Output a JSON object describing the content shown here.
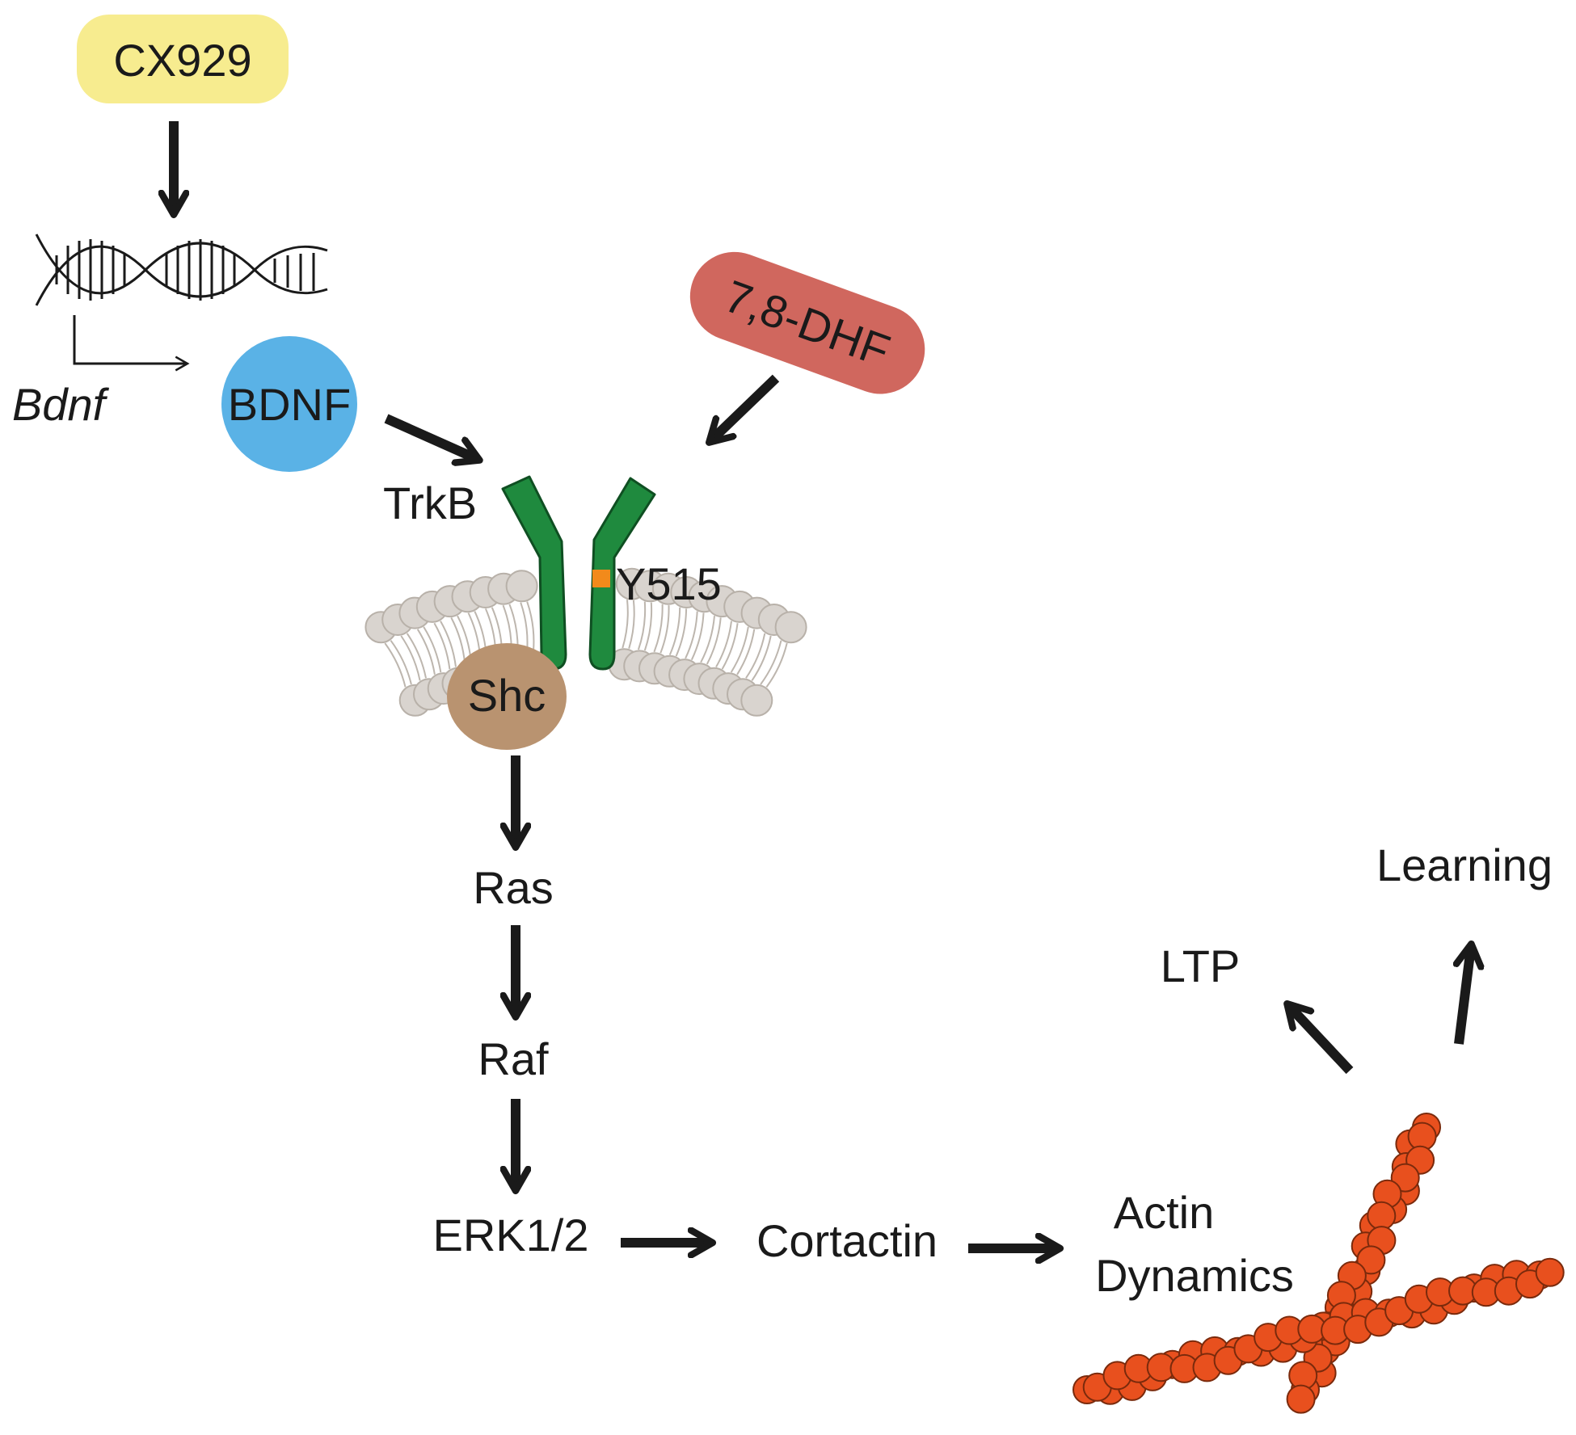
{
  "nodes": {
    "cx929": "CX929",
    "bdnf_gene": "Bdnf",
    "bdnf": "BDNF",
    "dhf": "7,8-DHF",
    "trkb": "TrkB",
    "y515": "Y515",
    "shc": "Shc",
    "ras": "Ras",
    "raf": "Raf",
    "erk": "ERK1/2",
    "cortactin": "Cortactin",
    "actin_line1": "Actin",
    "actin_line2": "Dynamics",
    "ltp": "LTP",
    "learning": "Learning"
  },
  "colors": {
    "cx929_fill": "#f7ec8f",
    "bdnf_fill": "#5ab2e6",
    "dhf_fill": "#d0675e",
    "trkb_fill": "#1f8a3e",
    "y515_fill": "#f28a1b",
    "shc_fill": "#b99370",
    "membrane_fill": "#d9d4cf",
    "actin_fill": "#e8501e",
    "arrow": "#1a1a1a"
  }
}
